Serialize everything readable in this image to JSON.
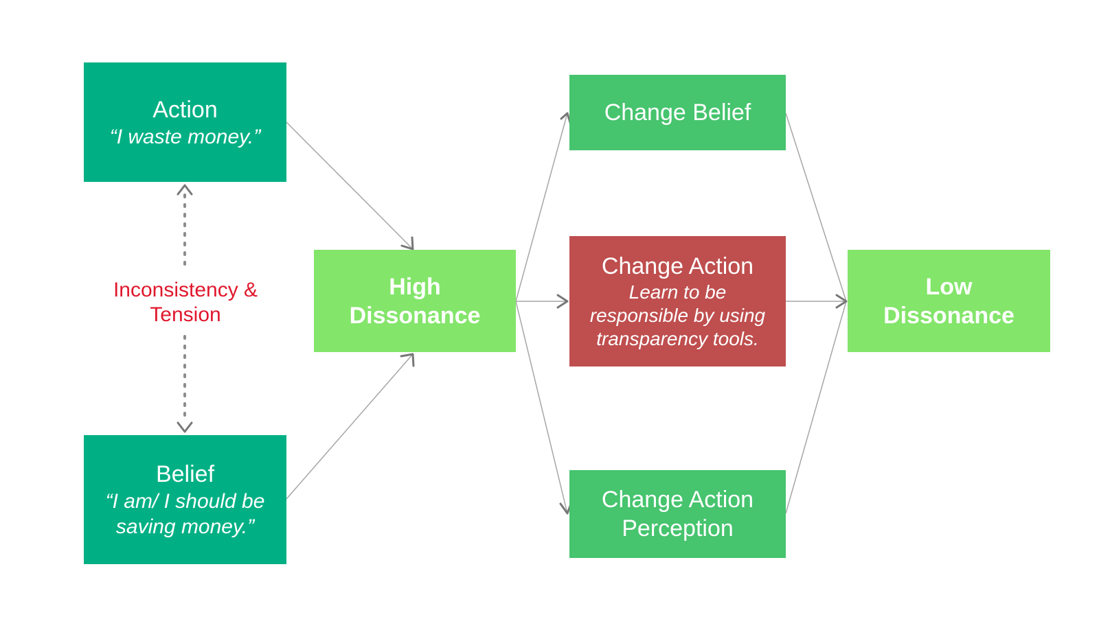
{
  "action": {
    "title": "Action",
    "quote": "“I waste money.”"
  },
  "belief": {
    "title": "Belief",
    "quote": "“I am/ I should be saving money.”"
  },
  "tension_label": "Inconsistency & Tension",
  "high_dissonance": {
    "label": "High Dissonance"
  },
  "change_belief": {
    "label": "Change Belief"
  },
  "change_action": {
    "title": "Change Action",
    "subtitle": "Learn to be responsible by using transparency tools."
  },
  "change_action_perception": {
    "label": "Change Action Perception"
  },
  "low_dissonance": {
    "label": "Low Dissonance"
  },
  "colors": {
    "teal_box": "#00b084",
    "mid_green_box": "#46c46e",
    "light_green_box": "#83e56a",
    "highlight_red_box": "#bf4e4e",
    "tension_text": "#e0182d",
    "connector": "#a6a6a6",
    "arrowhead": "#777777",
    "dotted_line": "#8c8c8c"
  }
}
